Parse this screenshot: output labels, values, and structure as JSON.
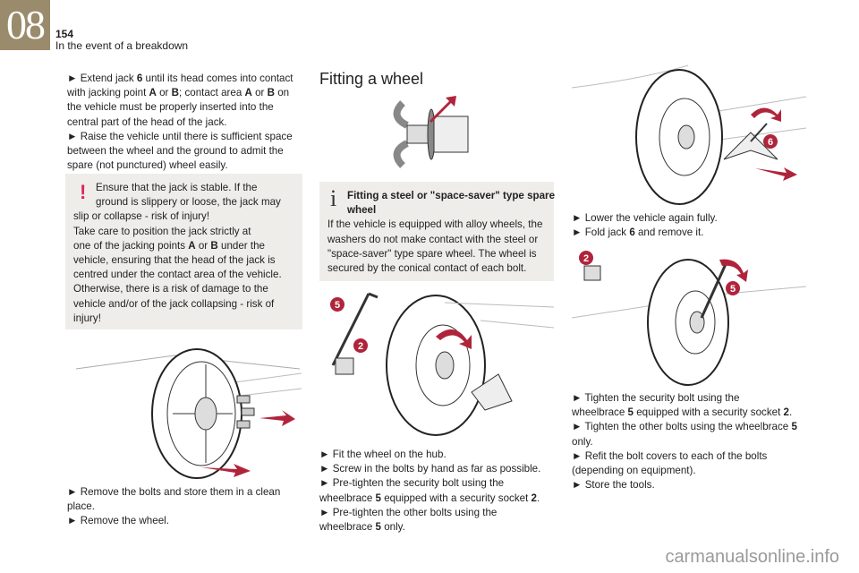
{
  "header": {
    "chapter": "08",
    "page_number": "154",
    "section_title": "In the event of a breakdown"
  },
  "col1": {
    "steps": [
      [
        [
          "► Extend jack ",
          {
            "b": "6"
          },
          " until its head comes into contact"
        ],
        [
          "with jacking point ",
          {
            "b": "A"
          },
          " or ",
          {
            "b": "B"
          },
          "; contact area ",
          {
            "b": "A"
          },
          " or ",
          {
            "b": "B"
          },
          " on"
        ],
        [
          "the vehicle must be properly inserted into the"
        ],
        [
          "central part of the head of the jack."
        ],
        [
          "► Raise the vehicle until there is sufficient space"
        ],
        [
          "between the wheel and the ground to admit the"
        ],
        [
          "spare (not punctured) wheel easily."
        ]
      ]
    ],
    "warning": {
      "icon": "warning-exclamation-icon",
      "lines": [
        [
          "Ensure that the jack is stable. If the"
        ],
        [
          "ground is slippery or loose, the jack may"
        ],
        [
          "slip or collapse - risk of injury!"
        ],
        [
          "Take care to position the jack strictly at"
        ],
        [
          "one of the jacking points ",
          {
            "b": "A"
          },
          " or ",
          {
            "b": "B"
          },
          " under the"
        ],
        [
          "vehicle, ensuring that the head of the jack is"
        ],
        [
          "centred under the contact area of the vehicle."
        ],
        [
          "Otherwise, there is a risk of damage to the"
        ],
        [
          "vehicle and/or of the jack collapsing - risk of"
        ],
        [
          "injury!"
        ]
      ]
    },
    "bottom": [
      [
        "► Remove the bolts and store them in a clean"
      ],
      [
        "place."
      ],
      [
        "► Remove the wheel."
      ]
    ]
  },
  "col2": {
    "title": "Fitting a wheel",
    "info": {
      "icon": "info-icon",
      "heading_lines": [
        "Fitting a steel or \"space-saver\" type spare",
        "wheel"
      ],
      "lines": [
        [
          "If the vehicle is equipped with alloy wheels, the"
        ],
        [
          "washers do not make contact with the steel or"
        ],
        [
          "\"space-saver\" type spare wheel. The wheel is"
        ],
        [
          "secured by the conical contact of each bolt."
        ]
      ]
    },
    "callouts": [
      "5",
      "2"
    ],
    "bottom": [
      [
        "► Fit the wheel on the hub."
      ],
      [
        "► Screw in the bolts by hand as far as possible."
      ],
      [
        "► Pre-tighten the security bolt using the"
      ],
      [
        "wheelbrace ",
        {
          "b": "5"
        },
        " equipped with a security socket ",
        {
          "b": "2"
        },
        "."
      ],
      [
        "► Pre-tighten the other bolts using the"
      ],
      [
        "wheelbrace ",
        {
          "b": "5"
        },
        " only."
      ]
    ]
  },
  "col3": {
    "callout_top": "6",
    "middle": [
      [
        "► Lower the vehicle again fully."
      ],
      [
        "► Fold jack ",
        {
          "b": "6"
        },
        " and remove it."
      ]
    ],
    "callouts": [
      "2",
      "5"
    ],
    "bottom": [
      [
        "► Tighten the security bolt using the"
      ],
      [
        "wheelbrace ",
        {
          "b": "5"
        },
        " equipped with a security socket ",
        {
          "b": "2"
        },
        "."
      ],
      [
        "► Tighten the other bolts using the wheelbrace ",
        {
          "b": "5"
        }
      ],
      [
        "only."
      ],
      [
        "► Refit the bolt covers to each of the bolts"
      ],
      [
        "(depending on equipment)."
      ],
      [
        "► Store the tools."
      ]
    ]
  },
  "watermark": "carmanualsonline.info",
  "colors": {
    "chapter_bg": "#9b8b6d",
    "accent_red": "#b0243b",
    "warning": "#e0245e",
    "box_bg": "#efedea"
  }
}
